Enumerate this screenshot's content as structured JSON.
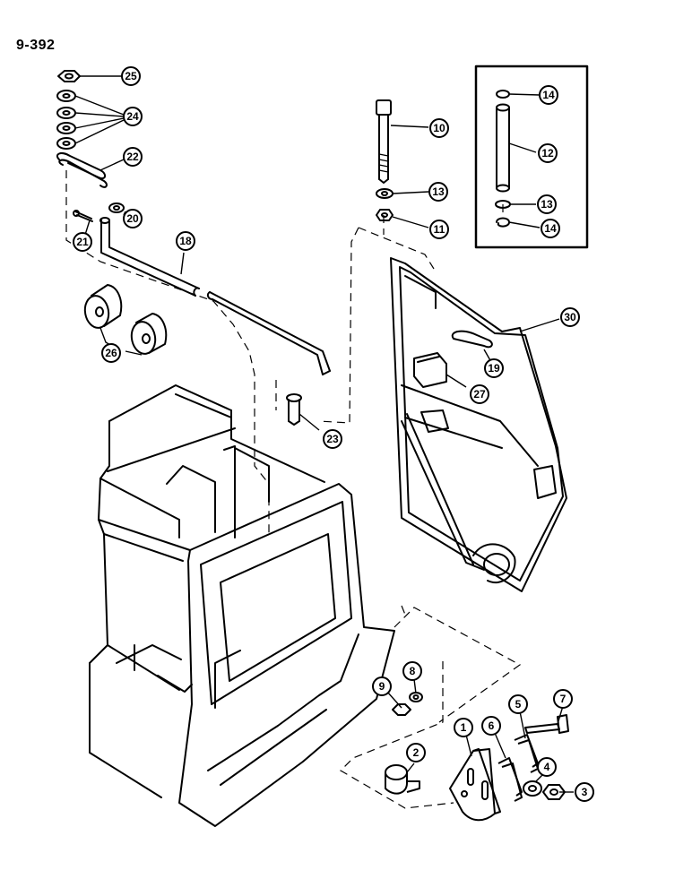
{
  "page": {
    "number": "9-392"
  },
  "callouts": [
    "25",
    "24",
    "22",
    "20",
    "21",
    "18",
    "26",
    "10",
    "13",
    "11",
    "14",
    "12",
    "13",
    "14",
    "30",
    "19",
    "27",
    "23",
    "8",
    "9",
    "7",
    "5",
    "6",
    "1",
    "2",
    "4",
    "3"
  ],
  "colors": {
    "line": "#000000",
    "background": "#ffffff"
  }
}
